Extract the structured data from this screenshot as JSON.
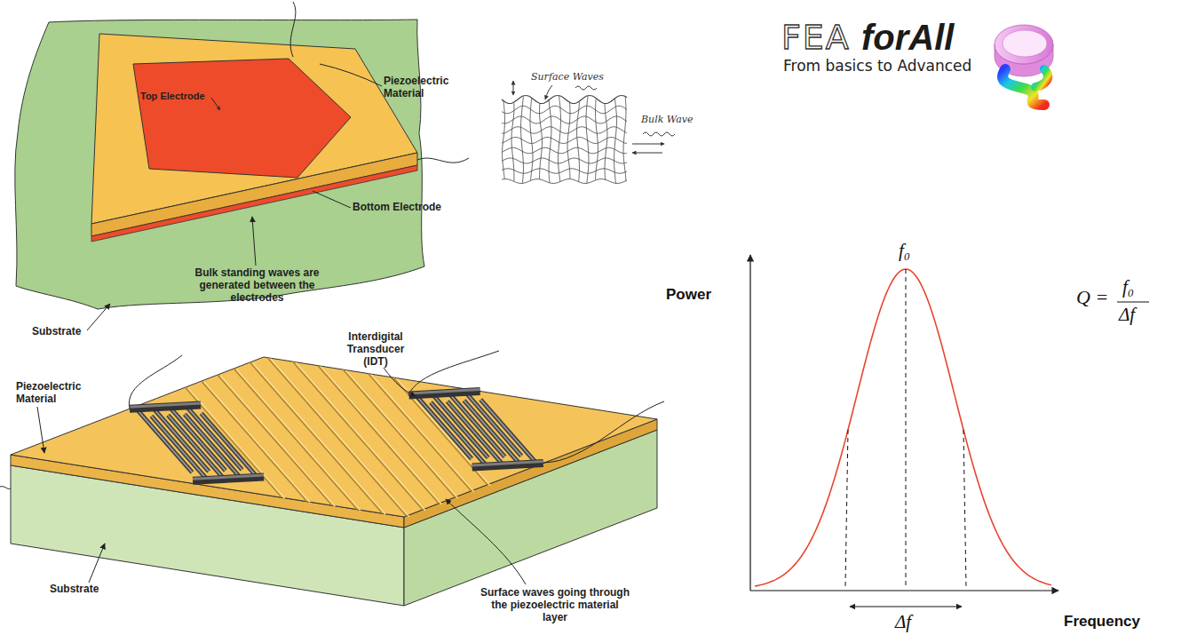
{
  "diagram": {
    "nodes": [
      {
        "text": [
          "Top Electrode"
        ]
      }
    ],
    "labels": [
      "Piezoelectric Material",
      "Bottom Electrode",
      "Substrate",
      "Bulk standing waves are generated between the electrodes",
      "Surface Waves",
      "Bulk Wave",
      "FEA",
      "forAll",
      "From basics to Advanced",
      "Interdigital Transducer (IDT)",
      "Piezoelectric Material",
      "Substrate",
      "Surface waves going through the piezoelectric material layer",
      "Power",
      "f₀",
      "Frequency",
      "Δf",
      "Q =",
      "f₀",
      "Δf"
    ]
  }
}
